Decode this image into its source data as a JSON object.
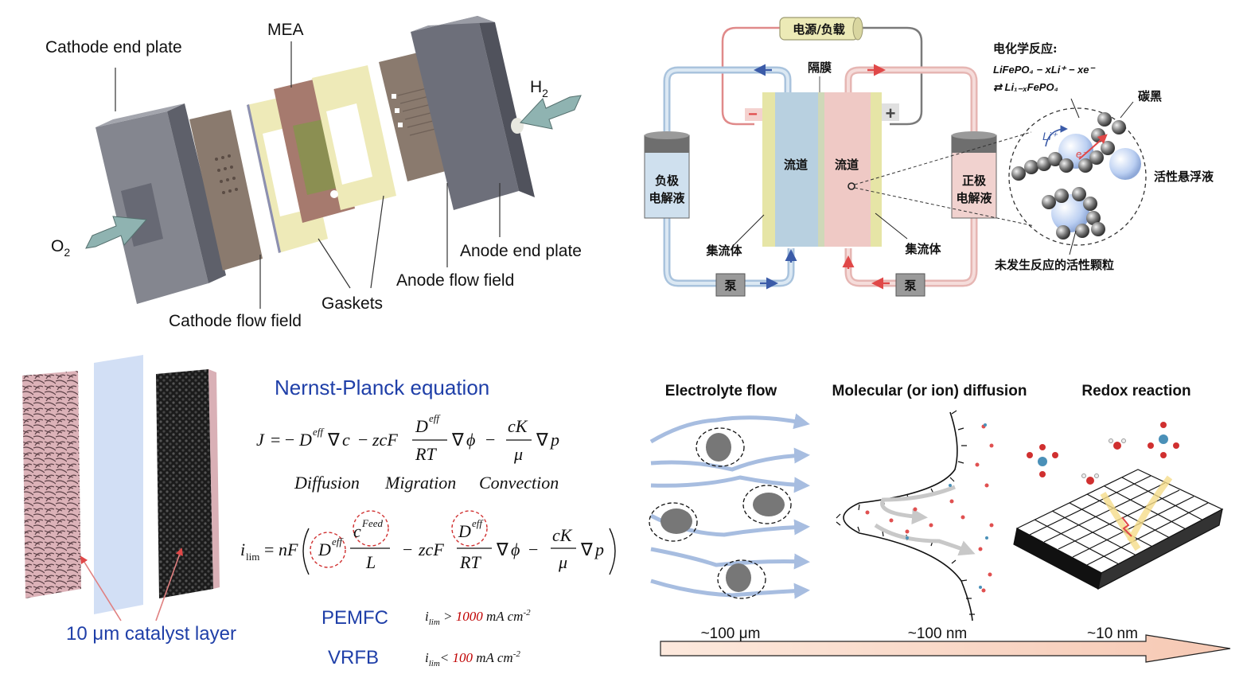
{
  "fuel_cell": {
    "cathode_end_plate": "Cathode end plate",
    "mea": "MEA",
    "h2": "H",
    "h2_sub": "2",
    "o2": "O",
    "o2_sub": "2",
    "anode_end_plate": "Anode end plate",
    "anode_flow_field": "Anode flow field",
    "gaskets": "Gaskets",
    "cathode_flow_field": "Cathode flow field"
  },
  "flow_battery": {
    "power_load": "电源/负载",
    "membrane": "隔膜",
    "minus": "−",
    "plus": "+",
    "neg_electrolyte_1": "负极",
    "neg_electrolyte_2": "电解液",
    "pos_electrolyte_1": "正极",
    "pos_electrolyte_2": "电解液",
    "channel_left": "流道",
    "channel_right": "流道",
    "collector_left": "集流体",
    "collector_right": "集流体",
    "pump_left": "泵",
    "pump_right": "泵",
    "reaction_title": "电化学反应:",
    "reaction_line1": "LiFePO₄ − xLi⁺ − xe⁻",
    "reaction_line2": "⇄ Li₁₋ₓFePO₄",
    "carbon_black": "碳黑",
    "li_label": "Li⁺",
    "e_label": "e⁻",
    "suspension": "活性悬浮液",
    "unreacted": "未发生反应的活性颗粒"
  },
  "catalyst": {
    "label": "10 μm catalyst layer"
  },
  "equations": {
    "title": "Nernst-Planck equation",
    "diffusion": "Diffusion",
    "migration": "Migration",
    "convection": "Convection",
    "pemfc": "PEMFC",
    "vrfb": "VRFB",
    "pemfc_value": "1000",
    "vrfb_value": "100",
    "unit": "mA cm",
    "unit_exp": "-2",
    "ilim": "i",
    "ilim_sub": "lim",
    "gt": " > ",
    "lt": "< "
  },
  "scales": {
    "electrolyte_flow": "Electrolyte flow",
    "molecular_diffusion": "Molecular (or ion) diffusion",
    "redox_reaction": "Redox reaction",
    "scale_1": "~100 μm",
    "scale_2": "~100 nm",
    "scale_3": "~10 nm"
  },
  "colors": {
    "equation_blue": "#1f3fa8",
    "highlight_red": "#c00000",
    "flow_blue": "#a7bde0",
    "plate_gray": "#6d6f7a"
  }
}
